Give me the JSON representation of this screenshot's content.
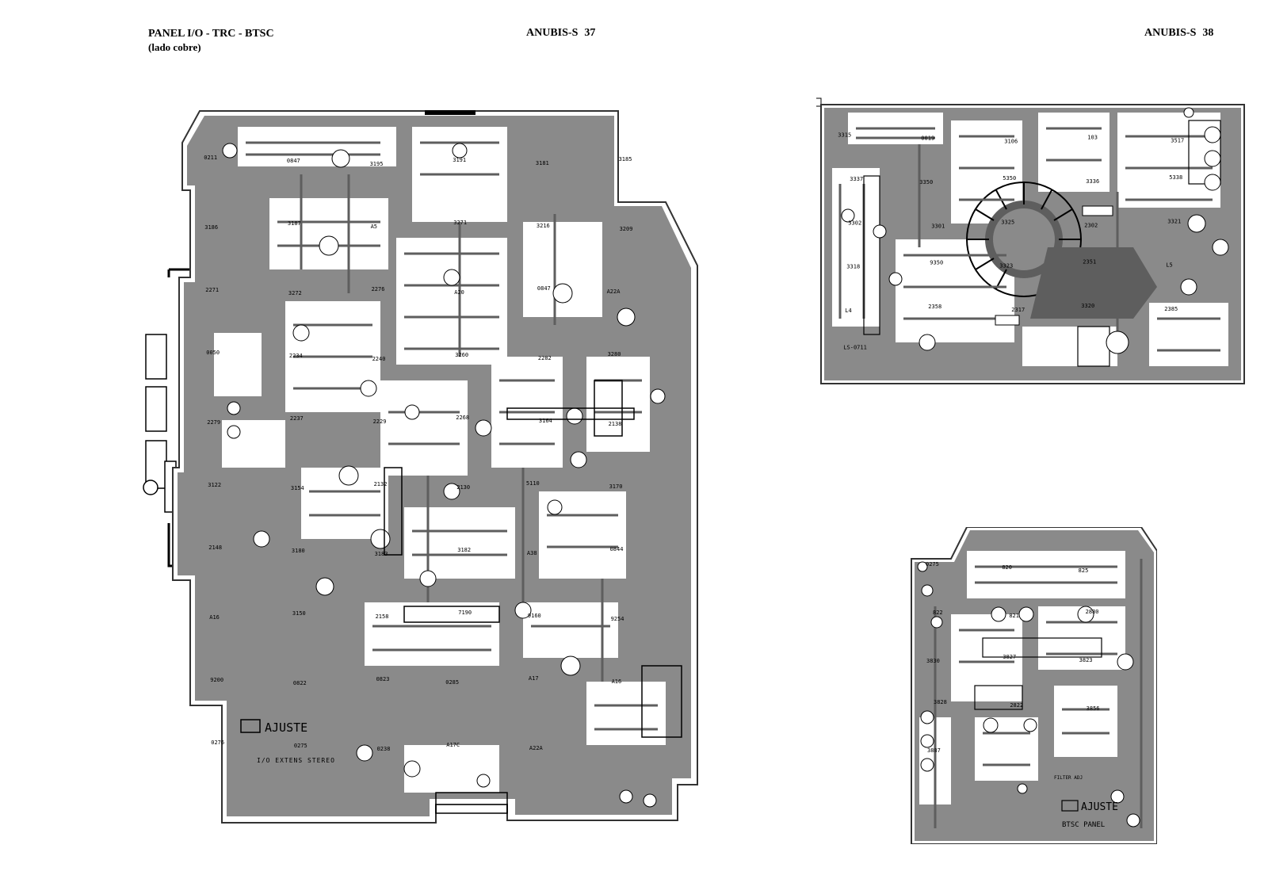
{
  "header": {
    "left_title": "PANEL I/O - TRC - BTSC",
    "left_subtitle": "(lado cobre)",
    "center_title": "ANUBIS-S",
    "center_page": "37",
    "right_title": "ANUBIS-S",
    "right_page": "38"
  },
  "colors": {
    "copper": "#8a8a8a",
    "copper_dark": "#5e5e5e",
    "substrate": "#ffffff",
    "ink": "#000000"
  },
  "boards": {
    "io_trc": {
      "adjust_label": "AJUSTE",
      "footer_label": "I/O EXTENS STEREO",
      "labels": [
        "0211",
        "0847",
        "3195",
        "3191",
        "3181",
        "3185",
        "3186",
        "3187",
        "A5",
        "3271",
        "3216",
        "3209",
        "2271",
        "3272",
        "2276",
        "A20",
        "0847",
        "A22A",
        "0050",
        "2234",
        "2240",
        "3260",
        "2282",
        "3280",
        "2279",
        "2237",
        "2229",
        "2268",
        "3164",
        "2138",
        "3122",
        "3154",
        "2132",
        "2130",
        "5110",
        "3170",
        "2148",
        "3180",
        "3183",
        "3182",
        "A38",
        "0844",
        "A16",
        "3150",
        "2158",
        "7190",
        "9160",
        "9254",
        "9200",
        "0822",
        "0823",
        "0285",
        "A17",
        "A16",
        "0276",
        "0275",
        "0238",
        "A17C",
        "A22A"
      ]
    },
    "trc_socket": {
      "labels": [
        "3315",
        "0019",
        "3106",
        "103",
        "3517",
        "3337",
        "3350",
        "5350",
        "3336",
        "5338",
        "3302",
        "3301",
        "3325",
        "2302",
        "3321",
        "3318",
        "9350",
        "3323",
        "2351",
        "L5",
        "L4",
        "2358",
        "2317",
        "3320",
        "2385",
        "LS-0711"
      ]
    },
    "btsc": {
      "adjust_label": "AJUSTE",
      "panel_label": "BTSC PANEL",
      "filter_label": "FILTER ADJ",
      "labels": [
        "0275",
        "820",
        "825",
        "822",
        "821",
        "2880",
        "3830",
        "3827",
        "3823",
        "3828",
        "2822",
        "3856",
        "3887"
      ]
    }
  }
}
